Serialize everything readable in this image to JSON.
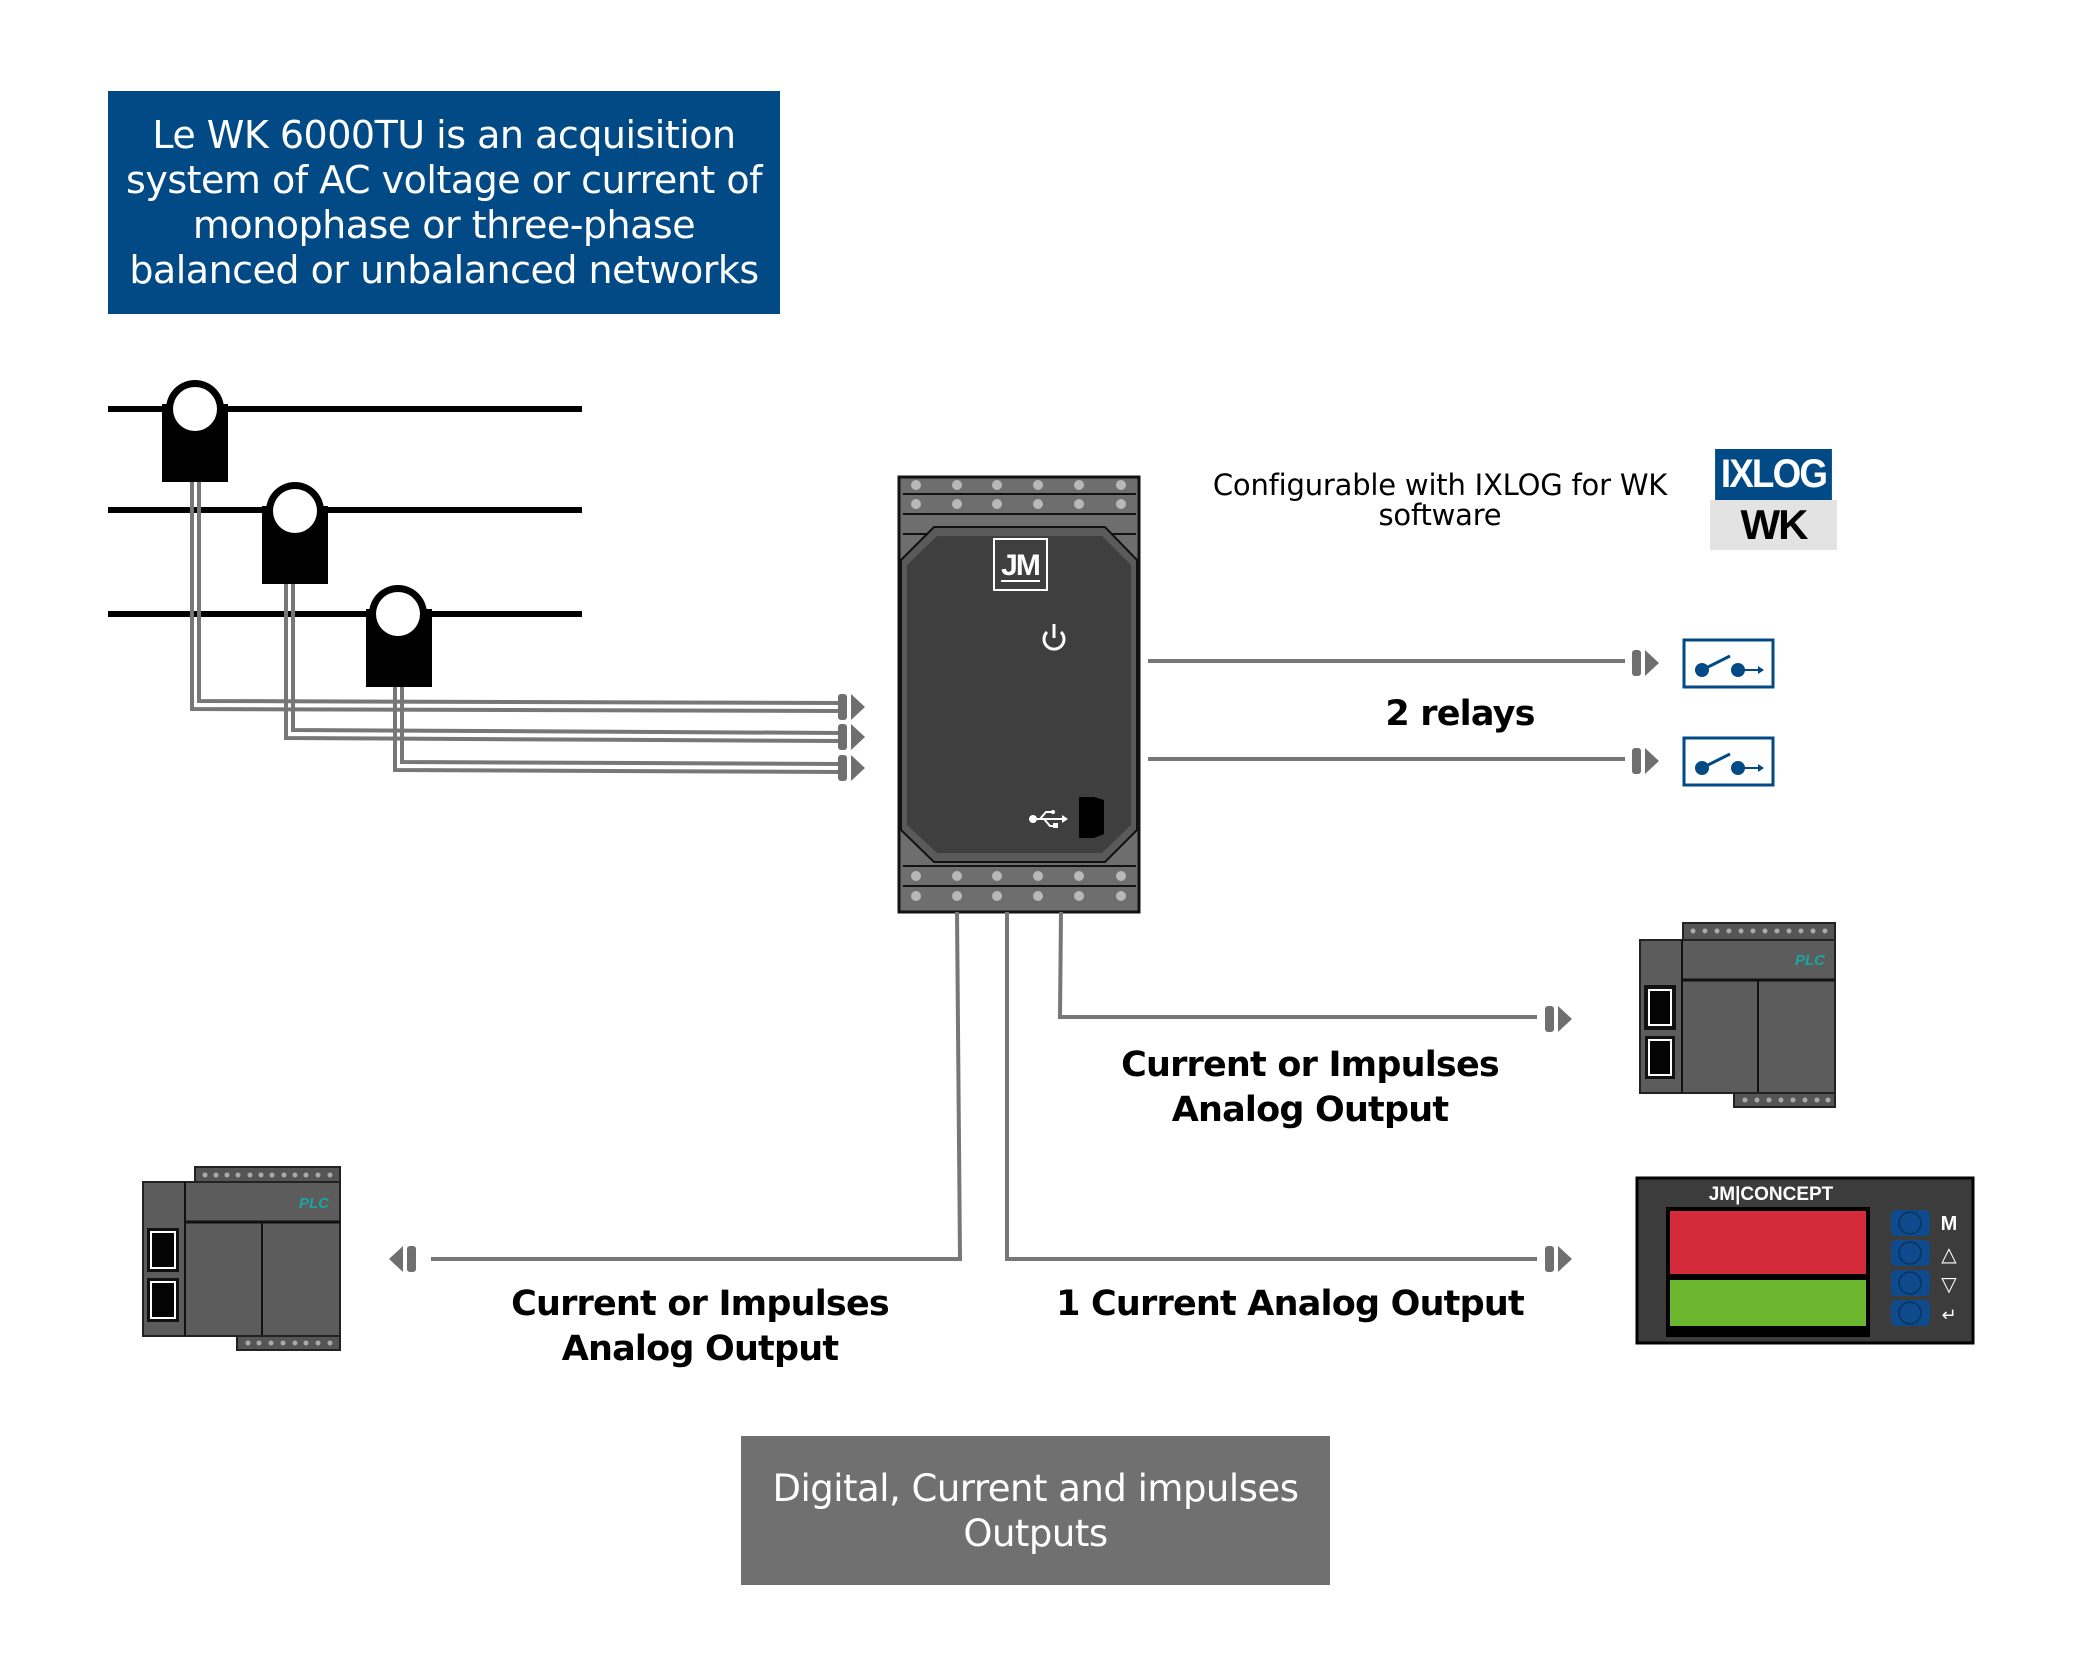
{
  "intro": {
    "lines": [
      "Le WK 6000TU is an acquisition",
      "system of AC voltage or current of",
      "monophase or three-phase",
      "balanced or unbalanced networks"
    ]
  },
  "config": {
    "line1": "Configurable with IXLOG for WK",
    "line2": "software"
  },
  "logo": {
    "top": "IXLOG",
    "bottom": "WK"
  },
  "device": {
    "brand": "JM",
    "icons": [
      "power-icon",
      "usb-icon"
    ]
  },
  "relays": {
    "label": "2 relays",
    "count": 2
  },
  "right_output": {
    "line1": "Current or Impulses",
    "line2": "Analog Output"
  },
  "left_output": {
    "line1": "Current or Impulses",
    "line2": "Analog Output"
  },
  "current_output": {
    "label": "1 Current Analog Output"
  },
  "plc": {
    "label": "PLC"
  },
  "meter": {
    "brand": "JM|CONCEPT",
    "buttons": [
      "M",
      "△",
      "▽",
      "↵"
    ]
  },
  "outputs_box": {
    "line1": "Digital, Current and impulses",
    "line2": "Outputs"
  },
  "colors": {
    "brand_blue": "#024a86",
    "box_grey": "#707070",
    "wire_grey": "#777777",
    "device_dark": "#3f3f3f",
    "plc_teal": "#1aa5a0",
    "display_red": "#d42b3a",
    "display_green": "#6bb52f"
  }
}
